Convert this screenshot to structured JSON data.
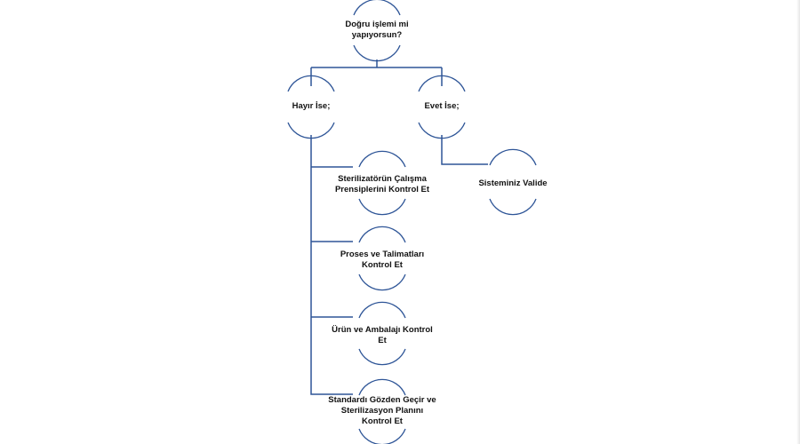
{
  "diagram": {
    "colors": {
      "line": "#2E5597",
      "text": "#111111",
      "background": "#ffffff"
    },
    "nodes": {
      "root": {
        "label": "Doğru işlemi mi\nyapıyorsun?"
      },
      "no": {
        "label": "Hayır İse;"
      },
      "yes": {
        "label": "Evet İse;"
      },
      "sterilizer_check": {
        "label": "Sterilizatörün Çalışma\nPrensiplerini Kontrol Et"
      },
      "process_check": {
        "label": "Proses ve Talimatları\nKontrol Et"
      },
      "product_check": {
        "label": "Ürün ve Ambalajı Kontrol\nEt"
      },
      "standard_check": {
        "label": "Standardı Gözden Geçir ve\nSterilizasyon Planını\nKontrol Et"
      },
      "valid": {
        "label": "Sisteminiz Valide"
      }
    }
  }
}
